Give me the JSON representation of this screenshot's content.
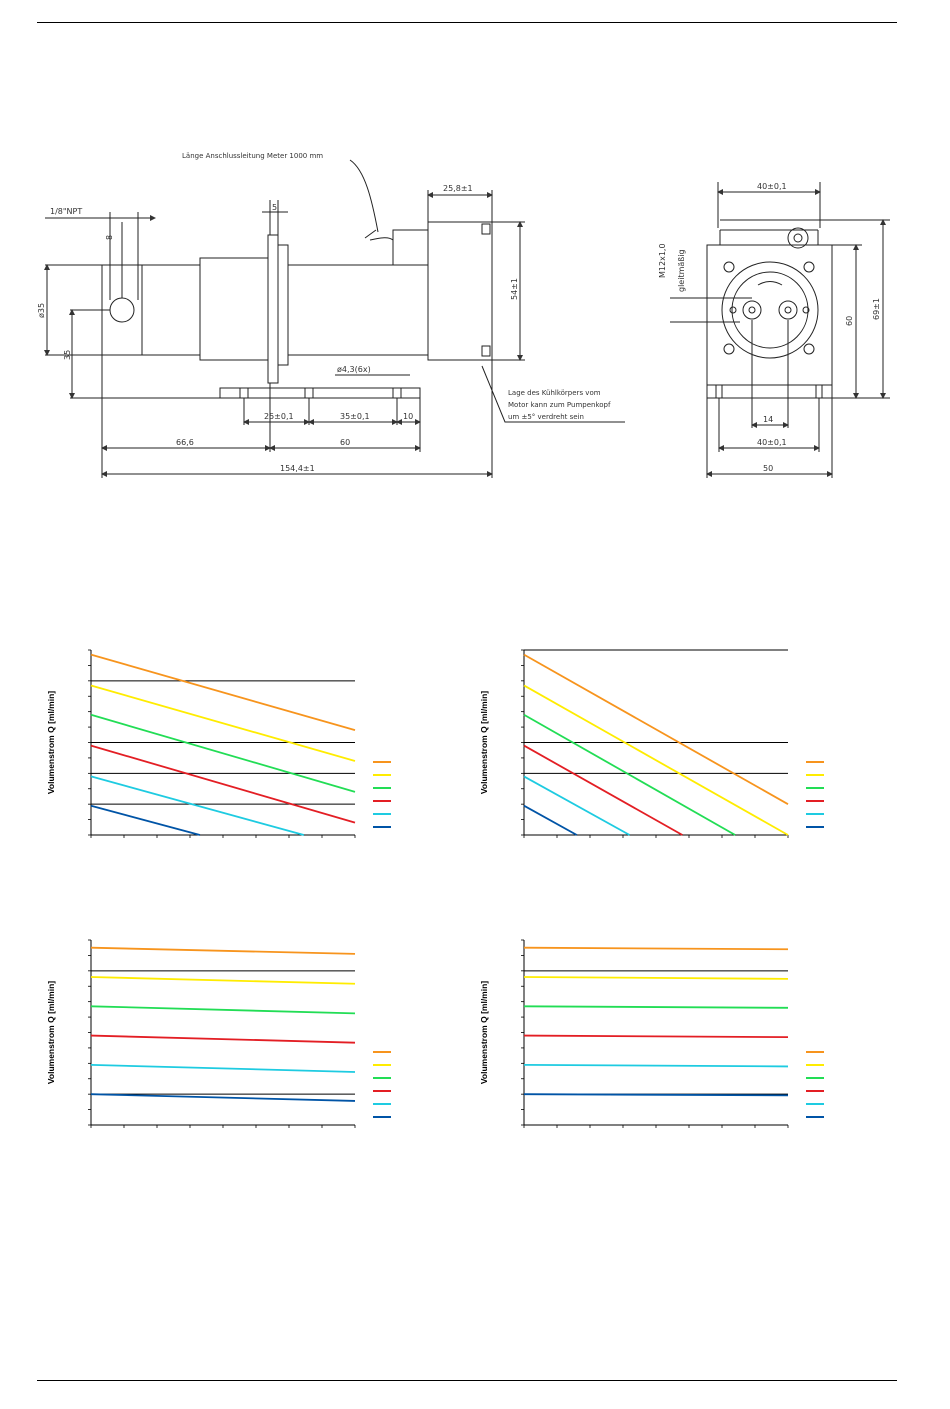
{
  "drawing": {
    "side_view": {
      "thread_label": "1/8\"NPT",
      "cable_note": "Länge Anschlussleitung Meter 1000 mm",
      "dim_top_right": "25,8±1",
      "dim_small_top": "5",
      "dim_diameter": "ø35",
      "dim_left_height": "35",
      "dim_right_height": "54±1",
      "dim_holes": "ø4,3(6x)",
      "dim_hole_spacing_a": "25±0,1",
      "dim_hole_spacing_b": "35±0,1",
      "dim_hole_end": "10",
      "dim_offset": "66,6",
      "dim_flange": "60",
      "dim_total": "154,4±1",
      "dim_small_left": "8",
      "heatsink_note": [
        "Lage des Kühlkörpers vom",
        "Motor kann zum Pumpenkopf",
        "um ±5° verdreht sein"
      ]
    },
    "front_view": {
      "dim_top": "40±0,1",
      "thread_label": "M12x1,0",
      "thread_depth": "gleitmäßig",
      "dim_height_inner": "60",
      "dim_height_outer": "69±1",
      "dim_port_spacing": "14",
      "dim_hole_spacing": "40±0,1",
      "dim_width": "50"
    }
  },
  "y_axis_label": "Volumenstrom Q [ml/min]",
  "series_colors": [
    "#f7941d",
    "#ffec00",
    "#22dd55",
    "#e31e24",
    "#1ecbe1",
    "#0054a6"
  ],
  "chart_data": [
    {
      "type": "line",
      "ylabel": "Volumenstrom Q [ml/min]",
      "xlim": [
        0,
        8
      ],
      "ylim": [
        0,
        6
      ],
      "grid_y": [
        1,
        2,
        3,
        5
      ],
      "legend": "right",
      "series": [
        {
          "color": "#f7941d",
          "x": [
            0,
            8
          ],
          "y": [
            5.85,
            3.4
          ]
        },
        {
          "color": "#ffec00",
          "x": [
            0,
            8
          ],
          "y": [
            4.85,
            2.4
          ]
        },
        {
          "color": "#22dd55",
          "x": [
            0,
            8
          ],
          "y": [
            3.9,
            1.4
          ]
        },
        {
          "color": "#e31e24",
          "x": [
            0,
            8
          ],
          "y": [
            2.9,
            0.4
          ]
        },
        {
          "color": "#1ecbe1",
          "x": [
            0,
            6.45
          ],
          "y": [
            1.9,
            0
          ]
        },
        {
          "color": "#0054a6",
          "x": [
            0,
            3.3
          ],
          "y": [
            0.95,
            0
          ]
        }
      ]
    },
    {
      "type": "line",
      "ylabel": "Volumenstrom Q [ml/min]",
      "xlim": [
        0,
        8
      ],
      "ylim": [
        0,
        6
      ],
      "grid_y": [
        2,
        3,
        6
      ],
      "legend": "right",
      "series": [
        {
          "color": "#f7941d",
          "x": [
            0,
            8
          ],
          "y": [
            5.85,
            1
          ]
        },
        {
          "color": "#ffec00",
          "x": [
            0,
            8
          ],
          "y": [
            4.85,
            0
          ]
        },
        {
          "color": "#22dd55",
          "x": [
            0,
            6.4
          ],
          "y": [
            3.9,
            0
          ]
        },
        {
          "color": "#e31e24",
          "x": [
            0,
            4.8
          ],
          "y": [
            2.9,
            0
          ]
        },
        {
          "color": "#1ecbe1",
          "x": [
            0,
            3.2
          ],
          "y": [
            1.9,
            0
          ]
        },
        {
          "color": "#0054a6",
          "x": [
            0,
            1.6
          ],
          "y": [
            0.95,
            0
          ]
        }
      ]
    },
    {
      "type": "line",
      "ylabel": "Volumenstrom Q [ml/min]",
      "xlim": [
        0,
        8
      ],
      "ylim": [
        0,
        6
      ],
      "grid_y": [
        1,
        5
      ],
      "legend": "right",
      "series": [
        {
          "color": "#f7941d",
          "x": [
            0,
            8
          ],
          "y": [
            5.75,
            5.55
          ]
        },
        {
          "color": "#ffec00",
          "x": [
            0,
            8
          ],
          "y": [
            4.8,
            4.58
          ]
        },
        {
          "color": "#22dd55",
          "x": [
            0,
            8
          ],
          "y": [
            3.85,
            3.62
          ]
        },
        {
          "color": "#e31e24",
          "x": [
            0,
            8
          ],
          "y": [
            2.9,
            2.67
          ]
        },
        {
          "color": "#1ecbe1",
          "x": [
            0,
            8
          ],
          "y": [
            1.95,
            1.72
          ]
        },
        {
          "color": "#0054a6",
          "x": [
            0,
            8
          ],
          "y": [
            1.0,
            0.78
          ]
        }
      ]
    },
    {
      "type": "line",
      "ylabel": "Volumenstrom Q [ml/min]",
      "xlim": [
        0,
        8
      ],
      "ylim": [
        0,
        6
      ],
      "grid_y": [
        1,
        5
      ],
      "legend": "right",
      "series": [
        {
          "color": "#f7941d",
          "x": [
            0,
            8
          ],
          "y": [
            5.75,
            5.7
          ]
        },
        {
          "color": "#ffec00",
          "x": [
            0,
            8
          ],
          "y": [
            4.8,
            4.74
          ]
        },
        {
          "color": "#22dd55",
          "x": [
            0,
            8
          ],
          "y": [
            3.85,
            3.8
          ]
        },
        {
          "color": "#e31e24",
          "x": [
            0,
            8
          ],
          "y": [
            2.9,
            2.85
          ]
        },
        {
          "color": "#1ecbe1",
          "x": [
            0,
            8
          ],
          "y": [
            1.95,
            1.9
          ]
        },
        {
          "color": "#0054a6",
          "x": [
            0,
            8
          ],
          "y": [
            1.0,
            0.96
          ]
        }
      ]
    }
  ]
}
